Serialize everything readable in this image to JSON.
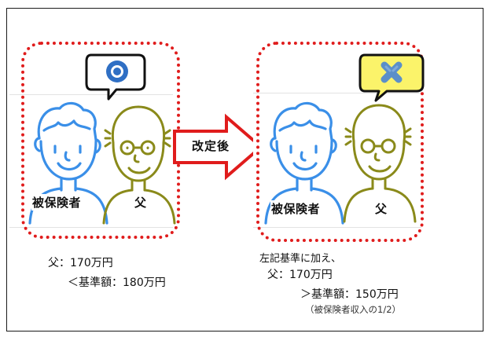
{
  "left_case": {
    "result_icon": "circle-ok-icon",
    "insured_label": "被保険者",
    "father_label": "父",
    "father_income": "父：170万円",
    "threshold": "＜基準額：180万円"
  },
  "arrow": {
    "label": "改定後"
  },
  "right_case": {
    "result_icon": "cross-ng-icon",
    "insured_label": "被保険者",
    "father_label": "父",
    "intro": "左記基準に加え、",
    "father_income": "父：170万円",
    "threshold": "＞基準額：150万円",
    "threshold_note": "（被保険者収入の1/2）"
  },
  "colors": {
    "dotted_border": "#e01c1c",
    "insured_person": "#3a8fe8",
    "father_person": "#8a8a1a",
    "ok_bubble_fill": "#ffffff",
    "ok_mark": "#2f6fc4",
    "ng_bubble_fill": "#fbf36a",
    "ng_mark": "#5b8fc9",
    "arrow_fill": "#ffffff",
    "arrow_stroke": "#e01c1c"
  }
}
